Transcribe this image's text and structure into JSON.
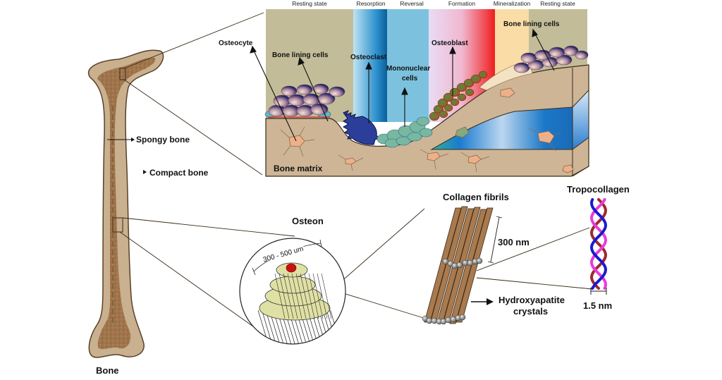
{
  "figure": {
    "title": "Hierarchical structure of bone and bone remodeling cycle"
  },
  "bone": {
    "label": "Bone",
    "spongy_label": "Spongy bone",
    "compact_label": "Compact bone",
    "colors": {
      "outer": "#c9b08f",
      "inner": "#9c7045",
      "outline": "#5a4028"
    }
  },
  "remodeling": {
    "phases": [
      {
        "name": "Resting state",
        "color": "#c2bd98"
      },
      {
        "name": "Resorption",
        "color": "#2a8fcc"
      },
      {
        "name": "Reversal",
        "color": "#7cc2df"
      },
      {
        "name": "Formation",
        "color": "#ef4a6a"
      },
      {
        "name": "Mineralization",
        "color": "#f9dca6"
      },
      {
        "name": "Resting state",
        "color": "#c2bd98"
      }
    ],
    "labels": {
      "osteocyte": "Osteocyte",
      "bone_lining_left": "Bone lining cells",
      "osteoclast": "Osteoclast",
      "mononuclear_1": "Mononuclear",
      "mononuclear_2": "cells",
      "osteoblast": "Osteoblast",
      "bone_lining_right": "Bone lining cells",
      "bone_matrix": "Bone matrix"
    },
    "colors": {
      "matrix": "#cdb596",
      "osteoclast": "#2b3f9a",
      "mononuclear": "#79b8a0",
      "osteoblast_red": "#d7261e",
      "osteoblast_green": "#4f8a3c",
      "blue_layer": "#1a78c8"
    }
  },
  "osteon": {
    "label": "Osteon",
    "size_label": "300 - 500 um",
    "colors": {
      "lamella": "#dfe0a3",
      "canal": "#cc1111"
    }
  },
  "fibrils": {
    "label": "Collagen fibrils",
    "length_label": "300 nm",
    "hydroxy_label_1": "Hydroxyapatite",
    "hydroxy_label_2": "crystals",
    "colors": {
      "fibril": "#a87a4e",
      "crystal": "#9c9c9c"
    }
  },
  "tropocollagen": {
    "label": "Tropocollagen",
    "width_label": "1.5 nm",
    "colors": {
      "strand1": "#a0282e",
      "strand2": "#e83cd8",
      "strand3": "#1a1ad0"
    }
  }
}
